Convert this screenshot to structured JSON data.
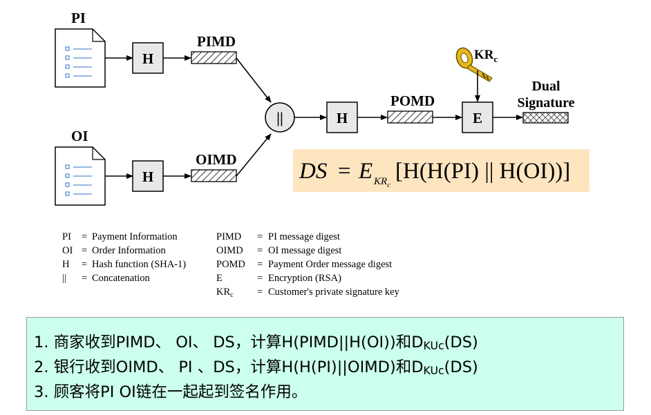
{
  "diagram": {
    "labels": {
      "pi": "PI",
      "oi": "OI",
      "pimd": "PIMD",
      "oimd": "OIMD",
      "pomd": "POMD",
      "key": "KR",
      "key_sub": "c",
      "dual_line1": "Dual",
      "dual_line2": "Signature"
    },
    "boxes": {
      "h_top": "H",
      "h_bottom": "H",
      "h_mid": "H",
      "encrypt": "E",
      "concat": "||"
    }
  },
  "formula": {
    "ds": "DS",
    "eq": "=",
    "e": "E",
    "kr": "KR",
    "kr_sub": "c",
    "body": "[H(H(PI) || H(OI))]"
  },
  "legend": {
    "left": [
      {
        "abbr": "PI",
        "eq": "=",
        "desc": "Payment Information"
      },
      {
        "abbr": "OI",
        "eq": "=",
        "desc": "Order Information"
      },
      {
        "abbr": "H",
        "eq": "=",
        "desc": "Hash function (SHA-1)"
      },
      {
        "abbr": "||",
        "eq": "=",
        "desc": "Concatenation"
      }
    ],
    "right": [
      {
        "abbr": "PIMD",
        "eq": "=",
        "desc": "PI message digest"
      },
      {
        "abbr": "OIMD",
        "eq": "=",
        "desc": "OI message digest"
      },
      {
        "abbr": "POMD",
        "eq": "=",
        "desc": "Payment Order message digest"
      },
      {
        "abbr": "E",
        "eq": "=",
        "desc": "Encryption (RSA)"
      },
      {
        "abbr": "KR",
        "abbr_sub": "c",
        "eq": "=",
        "desc": "Customer's private signature key"
      }
    ]
  },
  "notes": [
    {
      "main": "1. 商家收到PIMD、 OI、 DS，计算H(PIMD||H(OI))和D",
      "sub": "KUc",
      "tail": "(DS)"
    },
    {
      "main": "2. 银行收到OIMD、 PI 、DS，计算H(H(PI)||OIMD)和D",
      "sub": "KUc",
      "tail": "(DS)"
    },
    {
      "main": "3. 顾客将PI OI链在一起起到签名作用。"
    }
  ],
  "colors": {
    "formula_bg": "#fde5c0",
    "notes_bg": "#ccffee",
    "doc_icon": "#2e6fc4",
    "key": "#e5b81a",
    "box_fill": "#e8e8e8"
  }
}
